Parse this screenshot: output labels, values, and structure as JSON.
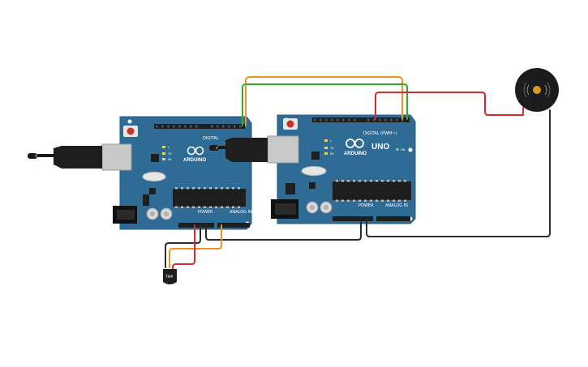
{
  "board_left": {
    "brand_label": "ARDUINO",
    "digital_label": "DIGITAL",
    "power_label": "POWER",
    "analog_label": "ANALOG IN",
    "led_labels": [
      "L",
      "TX",
      "RX"
    ]
  },
  "board_right": {
    "brand_label": "ARDUINO",
    "model_label": "UNO",
    "digital_label": "DIGITAL (PWM~)",
    "power_label": "POWER",
    "analog_label": "ANALOG IN",
    "on_label": "ON",
    "led_labels": [
      "L",
      "TX",
      "RX"
    ]
  },
  "sensor": {
    "label": "TMP"
  },
  "colors": {
    "board": "#2e6c96",
    "board_edge": "#245a80",
    "header": "#1e1e1e",
    "usb_metal": "#c9c9c9",
    "wire_orange": "#e8961e",
    "wire_green": "#3aa537",
    "wire_red": "#d52b2b",
    "wire_black": "#2b2b2b",
    "buzzer_body": "#1c1c1c",
    "buzzer_core": "#d79a1c"
  }
}
